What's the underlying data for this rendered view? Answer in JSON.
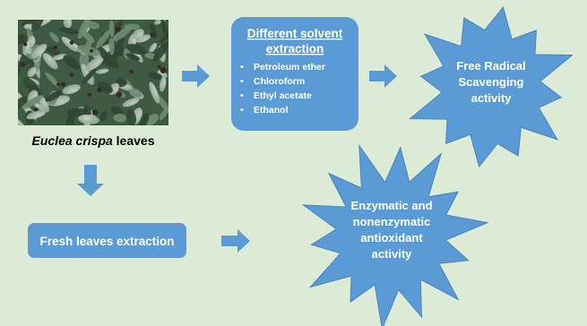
{
  "photo": {
    "caption_italic": "Euclea crispa",
    "caption_rest": " leaves"
  },
  "solvent_box": {
    "title_line1": "Different solvent",
    "title_line2": "extraction",
    "items": [
      "Petroleum ether",
      "Chloroform",
      "Ethyl acetate",
      "Ethanol"
    ]
  },
  "fresh_box": {
    "label": "Fresh leaves extraction"
  },
  "burst_top": {
    "lines": [
      "Free Radical",
      "Scavenging",
      "activity"
    ]
  },
  "burst_bottom": {
    "lines": [
      "Enzymatic and",
      "nonenzymatic",
      "antioxidant",
      "activity"
    ]
  },
  "colors": {
    "background": "#dcebd6",
    "shape_fill": "#5b9bd5",
    "shape_stroke": "#4a86c0",
    "text_on_shape": "#ffffff",
    "caption_text": "#000000"
  }
}
